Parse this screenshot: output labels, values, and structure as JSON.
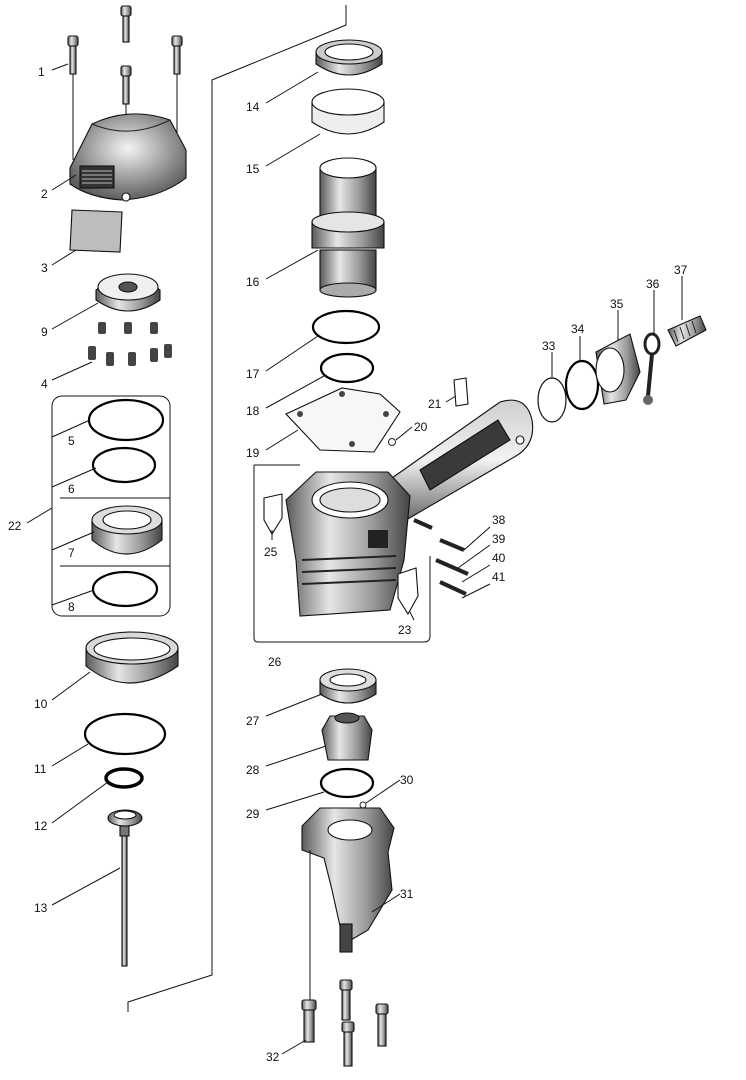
{
  "labels": {
    "p1": "1",
    "p2": "2",
    "p3": "3",
    "p4": "4",
    "p5": "5",
    "p6": "6",
    "p7": "7",
    "p8": "8",
    "p9": "9",
    "p10": "10",
    "p11": "11",
    "p12": "12",
    "p13": "13",
    "p14": "14",
    "p15": "15",
    "p16": "16",
    "p17": "17",
    "p18": "18",
    "p19": "19",
    "p20": "20",
    "p21": "21",
    "p22": "22",
    "p23": "23",
    "p25": "25",
    "p26": "26",
    "p27": "27",
    "p28": "28",
    "p29": "29",
    "p30": "30",
    "p31": "31",
    "p32": "32",
    "p33": "33",
    "p34": "34",
    "p35": "35",
    "p36": "36",
    "p37": "37",
    "p38": "38",
    "p39": "39",
    "p40": "40",
    "p41": "41"
  }
}
